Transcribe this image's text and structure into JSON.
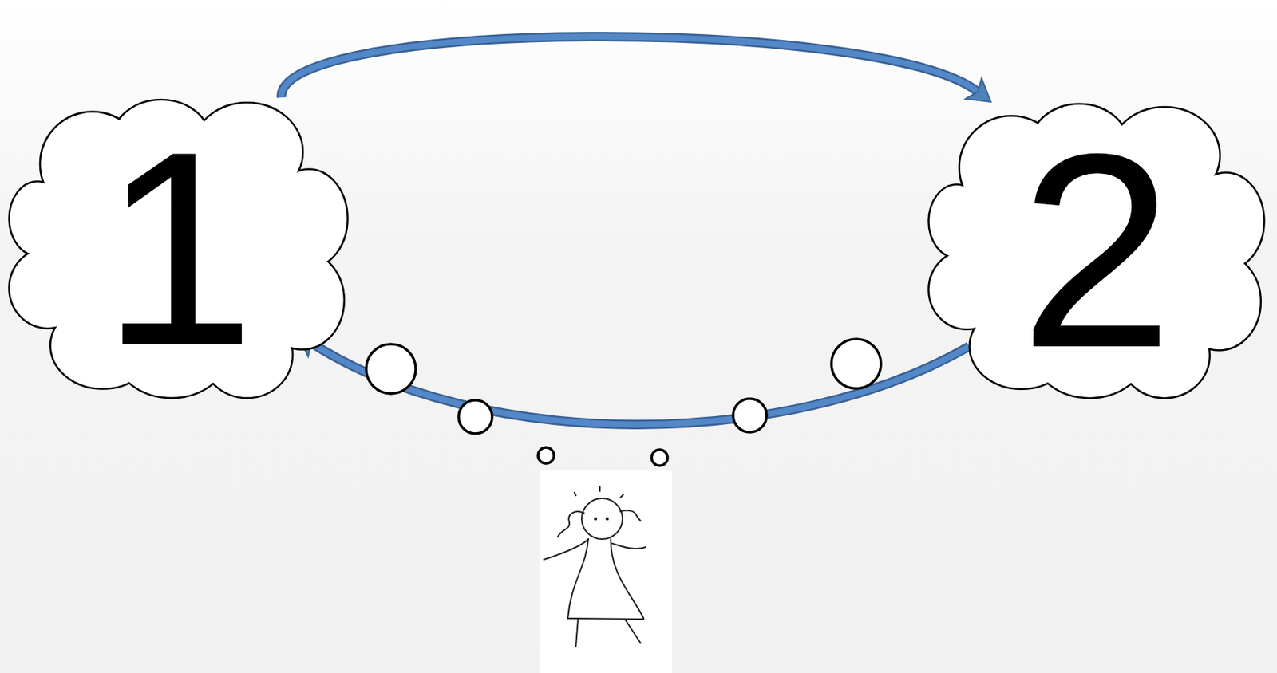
{
  "diagram": {
    "nodes": [
      {
        "text": [
          "1"
        ]
      },
      {
        "text": [
          "2"
        ]
      }
    ],
    "edges": [
      {
        "from": 0,
        "to": 1,
        "arrow": "to"
      },
      {
        "from": 1,
        "to": 0,
        "arrow": "to"
      }
    ]
  }
}
